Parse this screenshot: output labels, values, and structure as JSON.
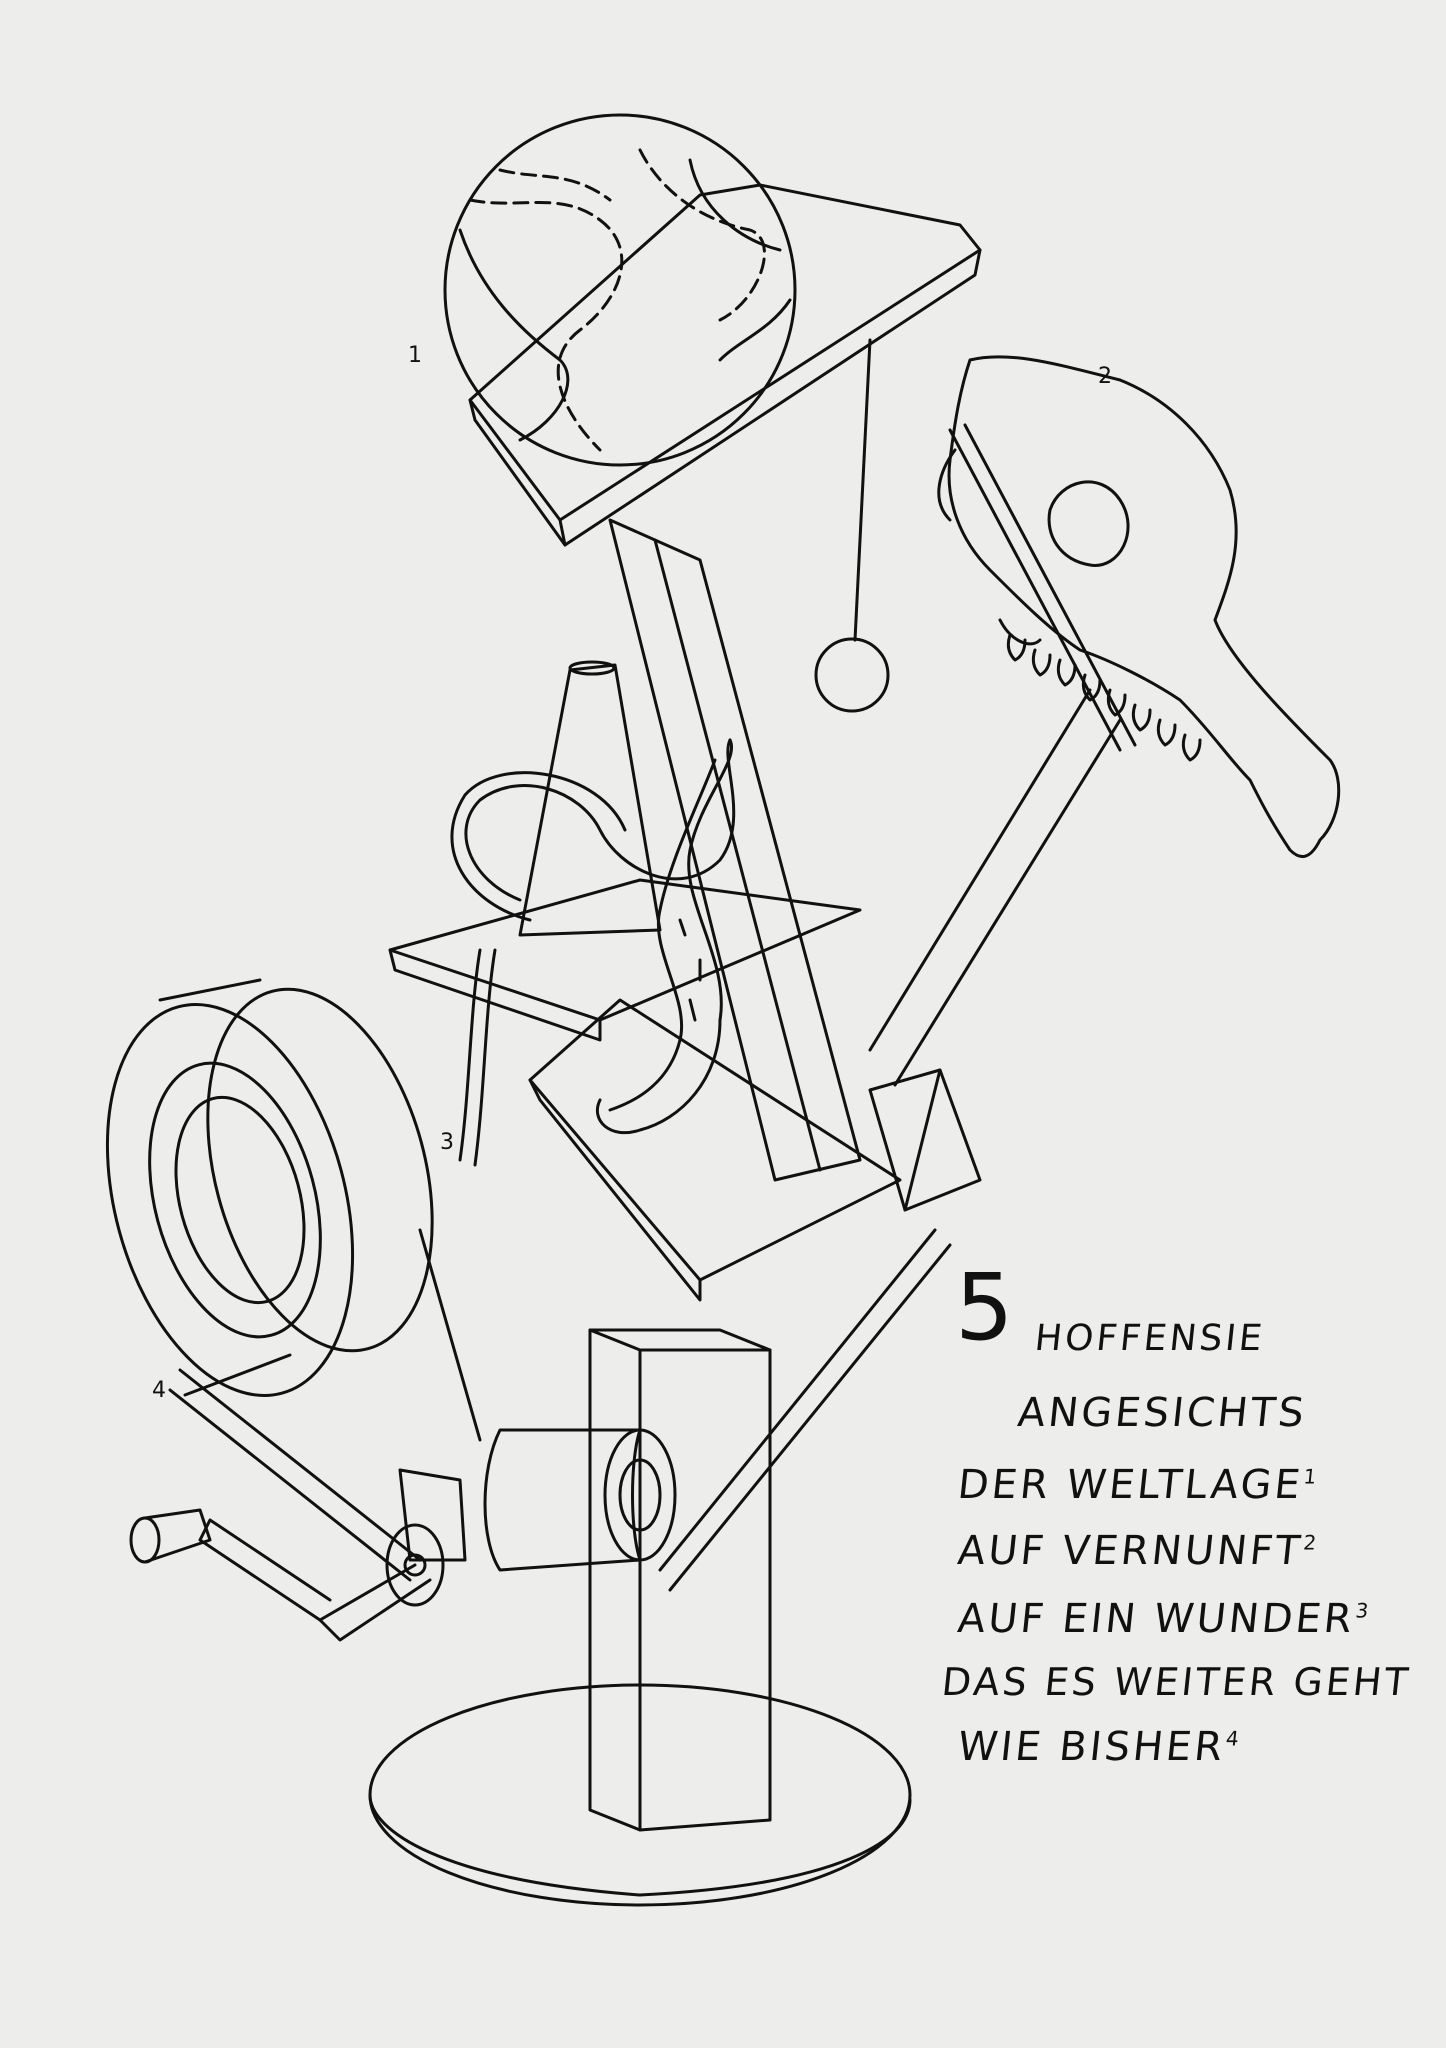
{
  "labels": {
    "one": "1",
    "two": "2",
    "three": "3",
    "four": "4"
  },
  "caption": {
    "number": "5",
    "first": "HOFFENSIE",
    "second": "ANGESICHTS",
    "third": "DER WELTLAGE",
    "third_sup": "1",
    "fourth": "AUF VERNUNFT",
    "fourth_sup": "2",
    "fifth": "AUF EIN WUNDER",
    "fifth_sup": "3",
    "sixth": "DAS ES WEITER GEHT",
    "seventh": "WIE BISHER",
    "seventh_sup": "4"
  },
  "colors": {
    "paper": "#ededeb",
    "ink": "#111111"
  }
}
